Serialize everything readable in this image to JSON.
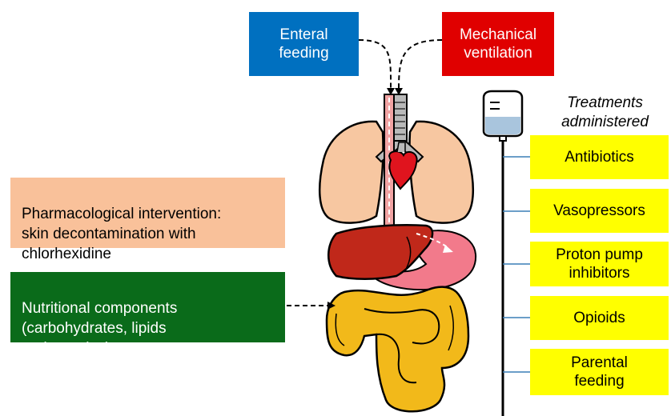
{
  "top_boxes": {
    "enteral": {
      "text": "Enteral\nfeeding",
      "color": "#0070c0"
    },
    "ventilation": {
      "text": "Mechanical\nventilation",
      "color": "#e00000"
    }
  },
  "left_boxes": {
    "pharmacological": {
      "text": "Pharmacological intervention:\nskin decontamination with\nchlorhexidine",
      "color": "#f9c19a"
    },
    "nutritional": {
      "text": "Nutritional components\n(carbohydrates, lipids\nand proteins)",
      "color": "#0a6b1a"
    }
  },
  "treatments": {
    "title": "Treatments\nadministered",
    "items": [
      {
        "label": "Antibiotics"
      },
      {
        "label": "Vasopressors"
      },
      {
        "label": "Proton pump\ninhibitors"
      },
      {
        "label": "Opioids"
      },
      {
        "label": "Parental\nfeeding"
      }
    ],
    "box_color": "#ffff00"
  },
  "organs": [
    "trachea-icon",
    "lungs-icon",
    "heart-icon",
    "esophagus-icon",
    "liver-icon",
    "stomach-icon",
    "intestine-icon",
    "iv-bag-icon"
  ]
}
